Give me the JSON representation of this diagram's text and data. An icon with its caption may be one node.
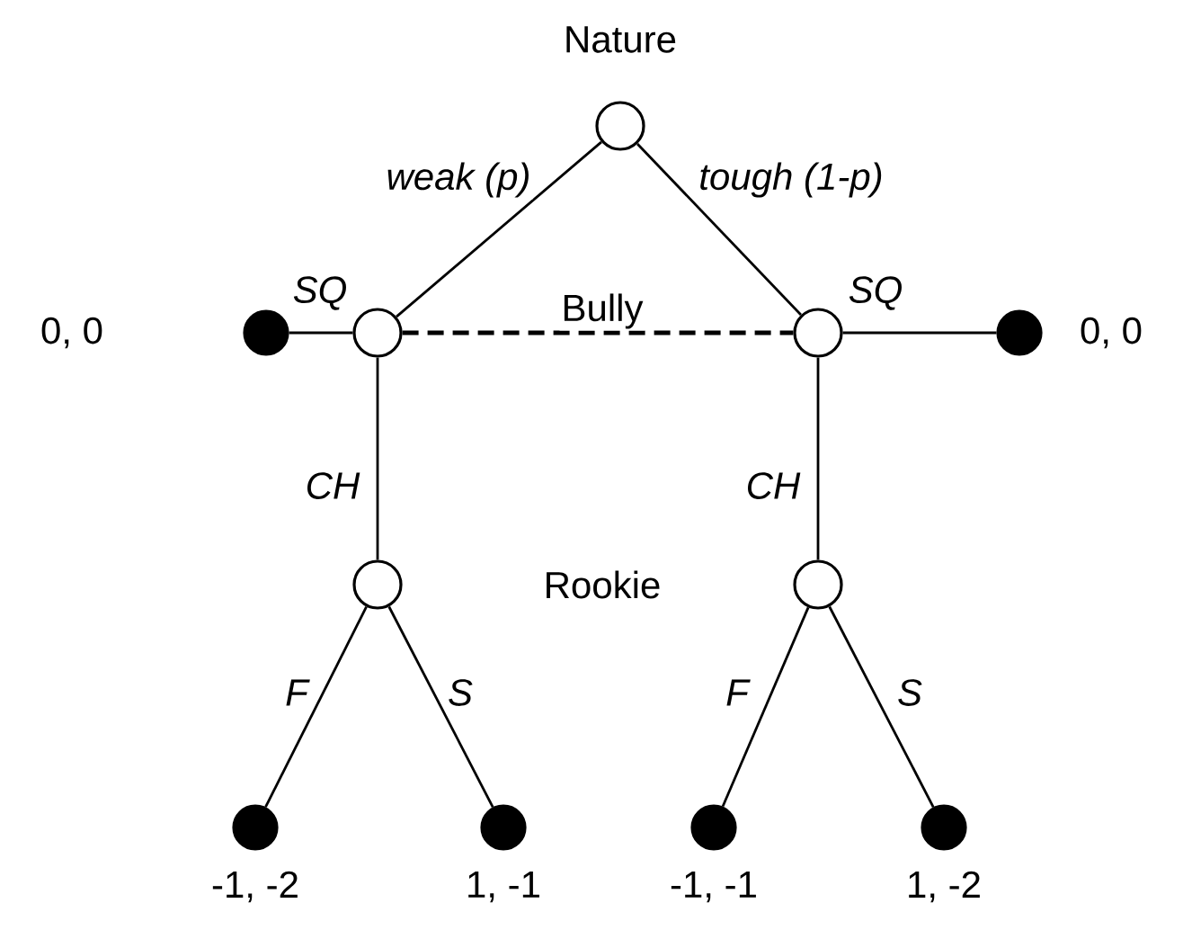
{
  "diagram": {
    "nodes": [
      {
        "text": [],
        "shape": "circle",
        "beside": [
          "Nature"
        ]
      },
      {
        "text": [],
        "shape": "circle"
      },
      {
        "text": [],
        "shape": "circle"
      },
      {
        "text": [],
        "shape": "dot",
        "beside": [
          "0, 0"
        ]
      },
      {
        "text": [],
        "shape": "dot",
        "beside": [
          "0, 0"
        ]
      },
      {
        "text": [],
        "shape": "circle"
      },
      {
        "text": [],
        "shape": "circle"
      },
      {
        "text": [],
        "shape": "dot",
        "beside": [
          "-1, -2"
        ]
      },
      {
        "text": [],
        "shape": "dot",
        "beside": [
          "1, -1"
        ]
      },
      {
        "text": [],
        "shape": "dot",
        "beside": [
          "-1, -1"
        ]
      },
      {
        "text": [],
        "shape": "dot",
        "beside": [
          "1, -2"
        ]
      }
    ],
    "edges": [
      {
        "from": 0,
        "to": 1,
        "arrow": "none",
        "label": "weak (p)"
      },
      {
        "from": 0,
        "to": 2,
        "arrow": "none",
        "label": "tough (1-p)"
      },
      {
        "from": 1,
        "to": 3,
        "arrow": "none",
        "label": "SQ"
      },
      {
        "from": 2,
        "to": 4,
        "arrow": "none",
        "label": "SQ"
      },
      {
        "from": 1,
        "to": 2,
        "arrow": "none",
        "style": "dashed"
      },
      {
        "from": 1,
        "to": 5,
        "arrow": "none",
        "label": "CH"
      },
      {
        "from": 2,
        "to": 6,
        "arrow": "none",
        "label": "CH"
      },
      {
        "from": 5,
        "to": 7,
        "arrow": "none",
        "label": "F"
      },
      {
        "from": 5,
        "to": 8,
        "arrow": "none",
        "label": "S"
      },
      {
        "from": 6,
        "to": 9,
        "arrow": "none",
        "label": "F"
      },
      {
        "from": 6,
        "to": 10,
        "arrow": "none",
        "label": "S"
      }
    ],
    "labels": [
      "Bully",
      "Rookie"
    ]
  }
}
